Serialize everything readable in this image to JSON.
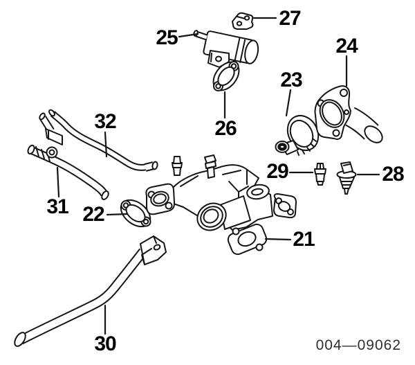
{
  "page": {
    "background": "#ffffff",
    "line_color": "#141414",
    "label_color": "#000000"
  },
  "callouts": {
    "c21": {
      "label": "21"
    },
    "c22": {
      "label": "22"
    },
    "c23": {
      "label": "23"
    },
    "c24": {
      "label": "24"
    },
    "c25": {
      "label": "25"
    },
    "c26": {
      "label": "26"
    },
    "c27": {
      "label": "27"
    },
    "c28": {
      "label": "28"
    },
    "c29": {
      "label": "29"
    },
    "c30": {
      "label": "30"
    },
    "c31": {
      "label": "31"
    },
    "c32": {
      "label": "32"
    }
  },
  "footer": {
    "doc_number": "004—09062"
  }
}
